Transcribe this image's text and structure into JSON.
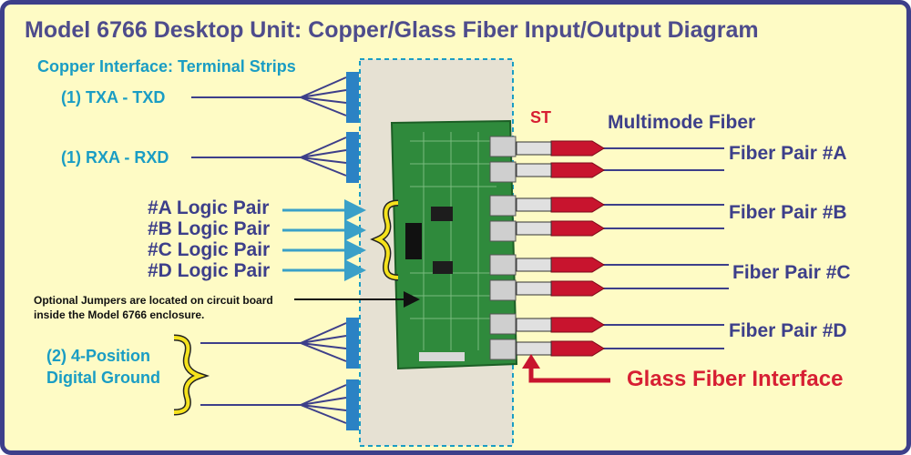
{
  "title": "Model 6766 Desktop Unit: Copper/Glass Fiber Input/Output Diagram",
  "copper": {
    "heading": "Copper Interface: Terminal Strips",
    "tx_label": "(1) TXA - TXD",
    "rx_label": "(1) RXA - RXD",
    "ground_line1": "(2) 4-Position",
    "ground_line2": "Digital Ground"
  },
  "logic_pairs": [
    "#A Logic Pair",
    "#B Logic Pair",
    "#C Logic Pair",
    "#D Logic Pair"
  ],
  "jumper_note": "Optional Jumpers are located on circuit board inside the Model 6766 enclosure.",
  "fiber": {
    "connector_label": "ST",
    "mode_label": "Multimode Fiber",
    "pairs": [
      "Fiber Pair #A",
      "Fiber Pair #B",
      "Fiber Pair #C",
      "Fiber Pair #D"
    ],
    "interface_label": "Glass Fiber Interface"
  },
  "colors": {
    "background": "#fefbc5",
    "border": "#3d3f8a",
    "title": "#4e4c8c",
    "cyan": "#1a9dc4",
    "navy": "#3d3f8a",
    "red": "#d71f33",
    "enclosure": "#e6e1d3",
    "board": "#2f8a3c",
    "brace": "#f5e21c"
  }
}
